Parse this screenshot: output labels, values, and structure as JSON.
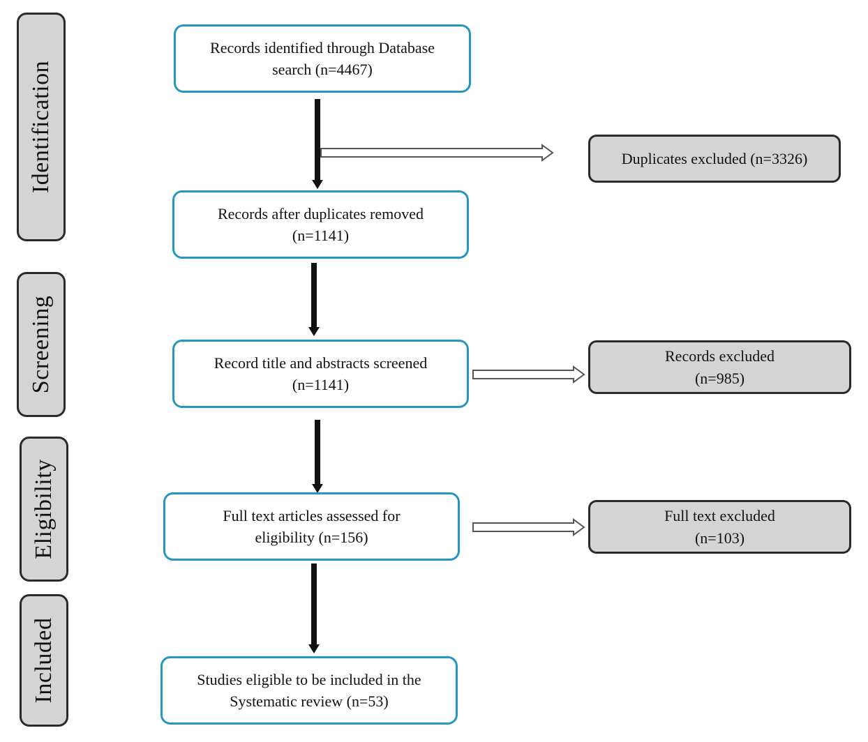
{
  "phases": {
    "identification": "Identification",
    "screening": "Screening",
    "eligibility": "Eligibility",
    "included": "Included"
  },
  "flow": {
    "identified": {
      "line1": "Records identified through Database",
      "line2": "search (n=4467)"
    },
    "after_duplicates": {
      "line1": "Records after duplicates removed",
      "line2": "(n=1141)"
    },
    "screened": {
      "line1": "Record title and abstracts screened",
      "line2": "(n=1141)"
    },
    "full_text": {
      "line1": "Full text articles assessed for",
      "line2": "eligibility (n=156)"
    },
    "included": {
      "line1": "Studies eligible to be included in the",
      "line2": "Systematic review (n=53)"
    }
  },
  "exclusions": {
    "duplicates": {
      "line1": "Duplicates excluded (n=3326)"
    },
    "records": {
      "line1": "Records excluded",
      "line2": "(n=985)"
    },
    "full_text": {
      "line1": "Full text excluded",
      "line2": "(n=103)"
    }
  },
  "colors": {
    "flow_border": "#2596be",
    "exclusion_fill": "#d4d4d4",
    "exclusion_border": "#2a2a2a",
    "arrow": "#111111"
  }
}
